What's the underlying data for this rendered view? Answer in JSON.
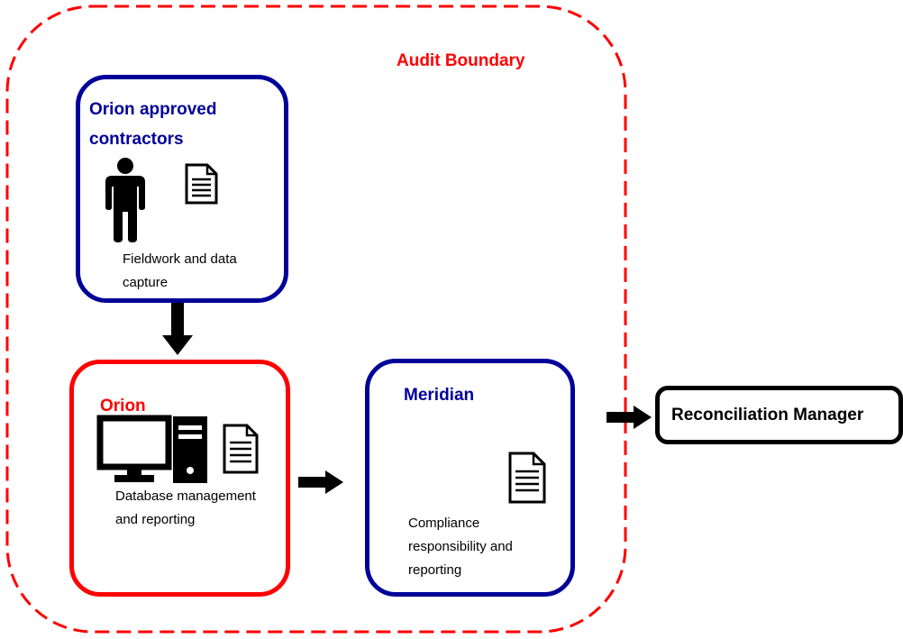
{
  "boundary": {
    "label": "Audit Boundary",
    "color": "#ff0000"
  },
  "nodes": {
    "contractors": {
      "title": "Orion approved contractors",
      "description": "Fieldwork and data capture",
      "border_color": "#000099",
      "icons": [
        "person-icon",
        "document-icon"
      ]
    },
    "orion": {
      "title": "Orion",
      "description": "Database management and reporting",
      "border_color": "#ff0000",
      "icons": [
        "monitor-icon",
        "computer-tower-icon",
        "document-icon"
      ]
    },
    "meridian": {
      "title": "Meridian",
      "description": "Compliance responsibility and reporting",
      "border_color": "#000099",
      "icons": [
        "document-icon"
      ]
    },
    "reconciliation_manager": {
      "title": "Reconciliation Manager",
      "border_color": "#000000"
    }
  },
  "edges": [
    {
      "from": "contractors",
      "to": "orion"
    },
    {
      "from": "orion",
      "to": "meridian"
    },
    {
      "from": "meridian",
      "to": "reconciliation_manager"
    }
  ]
}
